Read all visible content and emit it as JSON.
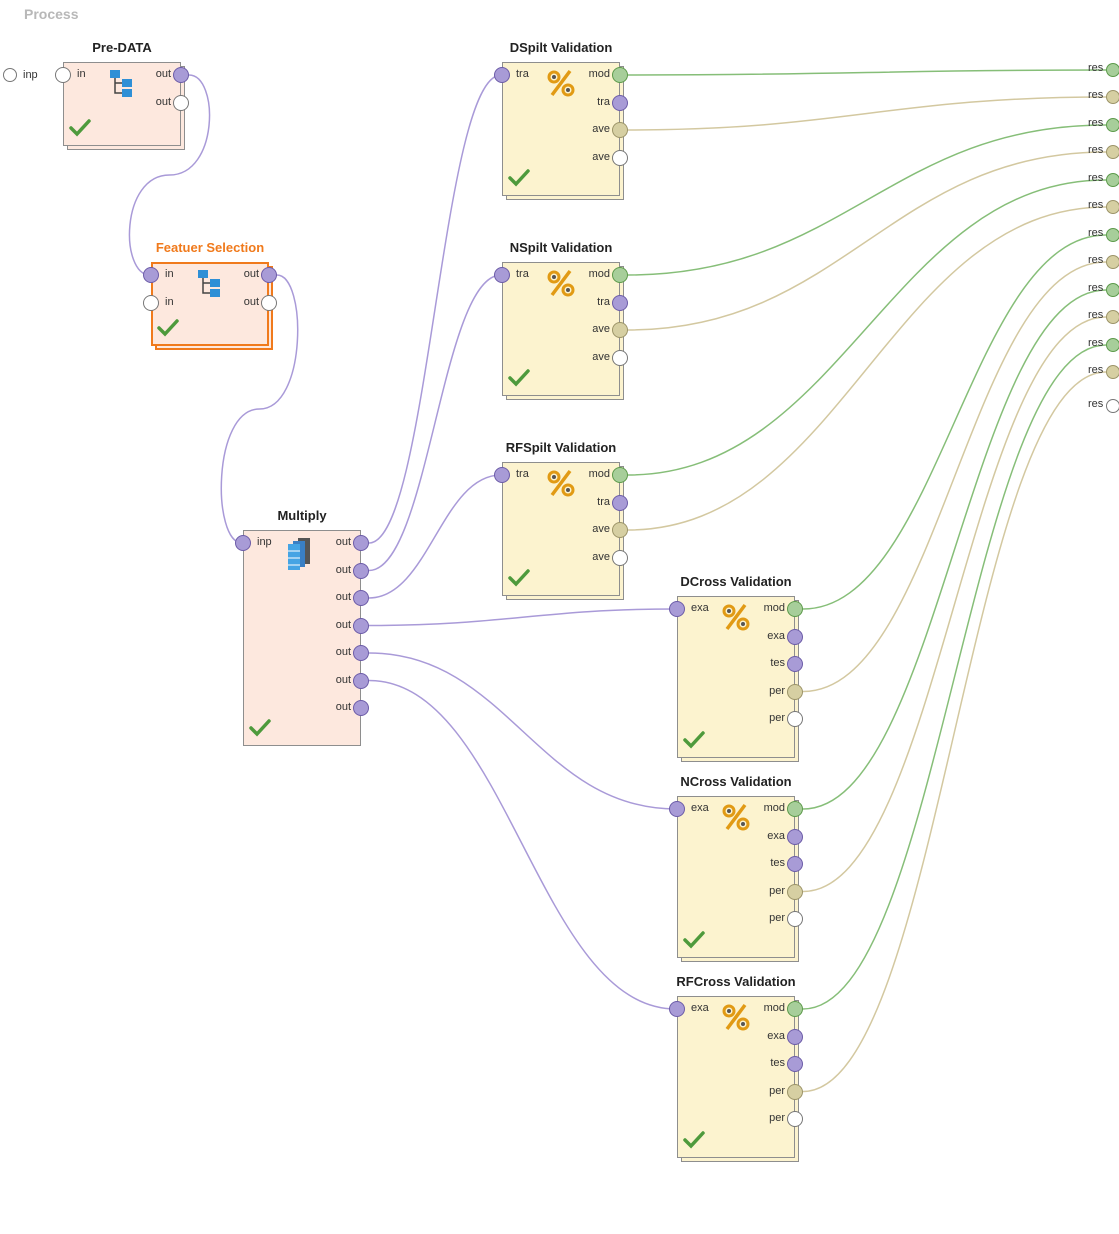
{
  "process": {
    "label": "Process"
  },
  "left_port": "inp",
  "right_ports": [
    {
      "label": "res",
      "color": "green"
    },
    {
      "label": "res",
      "color": "tan"
    },
    {
      "label": "res",
      "color": "green"
    },
    {
      "label": "res",
      "color": "tan"
    },
    {
      "label": "res",
      "color": "green"
    },
    {
      "label": "res",
      "color": "tan"
    },
    {
      "label": "res",
      "color": "green"
    },
    {
      "label": "res",
      "color": "tan"
    },
    {
      "label": "res",
      "color": "green"
    },
    {
      "label": "res",
      "color": "tan"
    },
    {
      "label": "res",
      "color": "green"
    },
    {
      "label": "res",
      "color": "tan"
    },
    {
      "label": "res",
      "color": "empty"
    }
  ],
  "operators": {
    "predata": {
      "title": "Pre-DATA",
      "in_ports": [
        "in"
      ],
      "out_ports": [
        "out",
        "out"
      ],
      "icon": "tree-icon"
    },
    "feature": {
      "title": "Featuer Selection",
      "in_ports": [
        "in",
        "in"
      ],
      "out_ports": [
        "out",
        "out"
      ],
      "icon": "tree-icon"
    },
    "multiply": {
      "title": "Multiply",
      "in_ports": [
        "inp"
      ],
      "out_ports": [
        "out",
        "out",
        "out",
        "out",
        "out",
        "out",
        "out"
      ],
      "icon": "multiply-icon"
    },
    "dsplit": {
      "title": "DSpilt Validation",
      "in_ports": [
        "tra"
      ],
      "out_ports": [
        "mod",
        "tra",
        "ave",
        "ave"
      ],
      "icon": "percent-icon"
    },
    "nsplit": {
      "title": "NSpilt Validation",
      "in_ports": [
        "tra"
      ],
      "out_ports": [
        "mod",
        "tra",
        "ave",
        "ave"
      ],
      "icon": "percent-icon"
    },
    "rfsplit": {
      "title": "RFSpilt Validation",
      "in_ports": [
        "tra"
      ],
      "out_ports": [
        "mod",
        "tra",
        "ave",
        "ave"
      ],
      "icon": "percent-icon"
    },
    "dcross": {
      "title": "DCross Validation",
      "in_ports": [
        "exa"
      ],
      "out_ports": [
        "mod",
        "exa",
        "tes",
        "per",
        "per"
      ],
      "icon": "percent-icon"
    },
    "ncross": {
      "title": "NCross Validation",
      "in_ports": [
        "exa"
      ],
      "out_ports": [
        "mod",
        "exa",
        "tes",
        "per",
        "per"
      ],
      "icon": "percent-icon"
    },
    "rfcross": {
      "title": "RFCross Validation",
      "in_ports": [
        "exa"
      ],
      "out_ports": [
        "mod",
        "exa",
        "tes",
        "per",
        "per"
      ],
      "icon": "percent-icon"
    }
  },
  "colors": {
    "wire_data": "#a99ad8",
    "wire_model": "#86be78",
    "wire_perf": "#d3c8a0",
    "selected": "#f07a1c",
    "check": "#4e9a3c"
  }
}
